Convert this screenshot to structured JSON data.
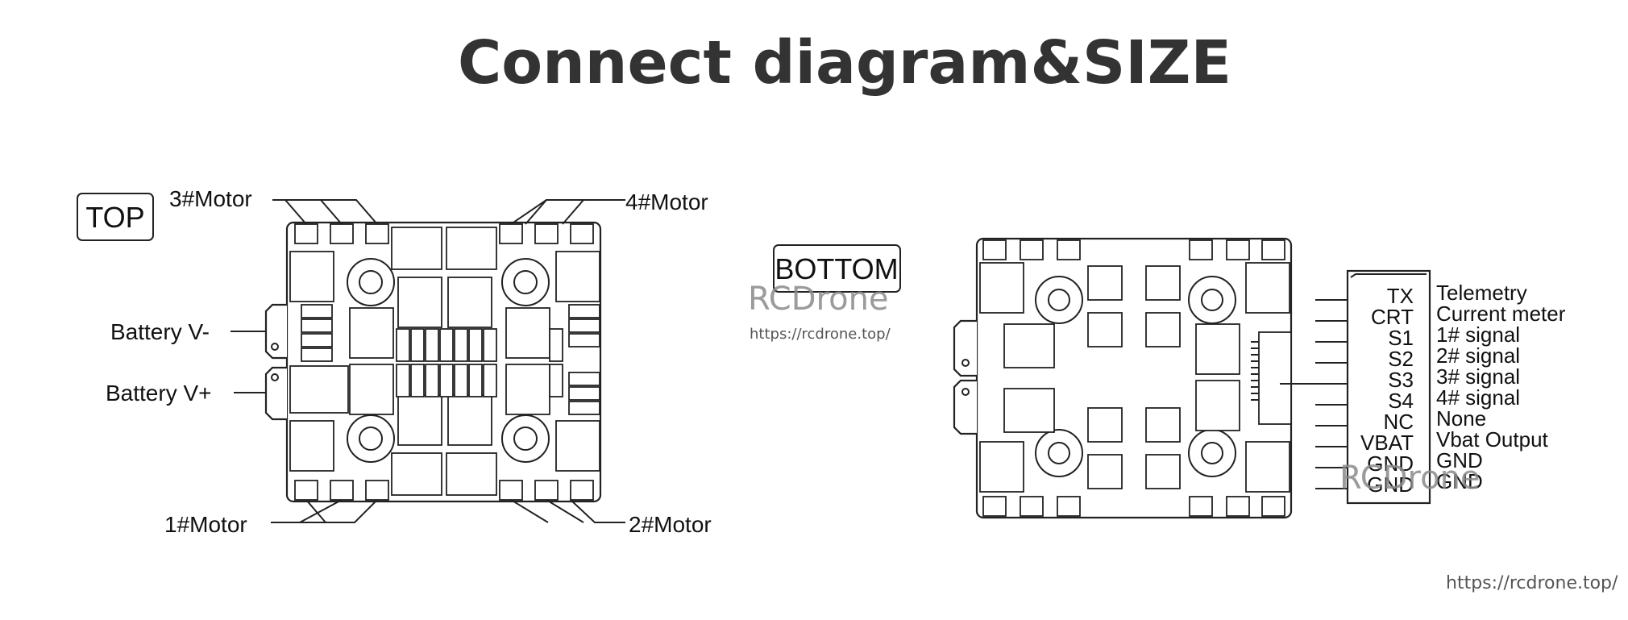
{
  "title": "Connect diagram&SIZE",
  "top_view": {
    "tag": "TOP",
    "motor3": "3#Motor",
    "motor4": "4#Motor",
    "motor1": "1#Motor",
    "motor2": "2#Motor",
    "battery_neg": "Battery V-",
    "battery_pos": "Battery V+"
  },
  "bottom_view": {
    "tag": "BOTTOM",
    "pins": [
      {
        "pin": "TX",
        "desc": "Telemetry"
      },
      {
        "pin": "CRT",
        "desc": "Current meter"
      },
      {
        "pin": "S1",
        "desc": "1# signal"
      },
      {
        "pin": "S2",
        "desc": "2# signal"
      },
      {
        "pin": "S3",
        "desc": "3# signal"
      },
      {
        "pin": "S4",
        "desc": "4# signal"
      },
      {
        "pin": "NC",
        "desc": "None"
      },
      {
        "pin": "VBAT",
        "desc": "Vbat Output"
      },
      {
        "pin": "GND",
        "desc": "GND"
      },
      {
        "pin": "GND",
        "desc": "GND"
      }
    ]
  },
  "watermark": {
    "brand": "RCDrone",
    "url": "https://rcdrone.top/"
  }
}
